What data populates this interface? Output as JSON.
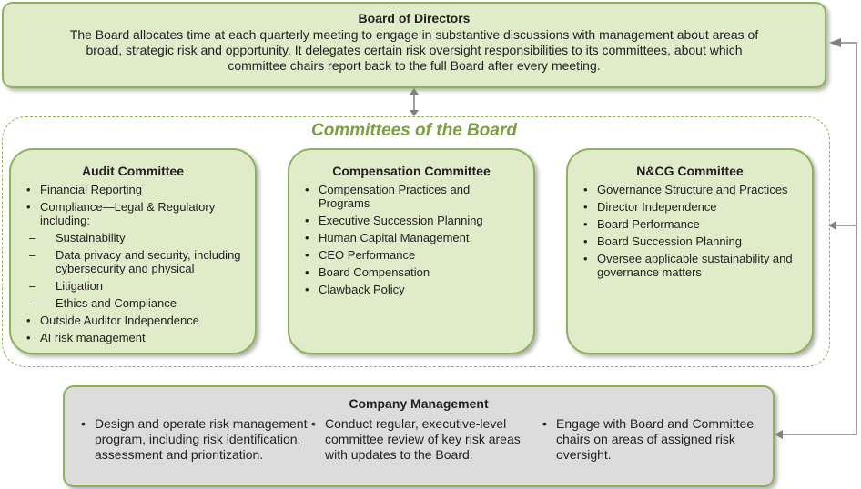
{
  "board": {
    "title": "Board of Directors",
    "lines": [
      "The Board allocates time at each quarterly meeting to engage in substantive discussions with management about areas of",
      "broad, strategic risk and opportunity. It delegates certain risk oversight responsibilities to its committees, about which",
      "committee chairs report back to the full Board after every meeting."
    ]
  },
  "committees": {
    "title": "Committees of the Board",
    "audit": {
      "title": "Audit Committee",
      "items": [
        "Financial Reporting",
        "Compliance—Legal & Regulatory including:",
        "Sustainability",
        "Data privacy and security, including cybersecurity and physical",
        "Litigation",
        "Ethics and Compliance",
        "Outside Auditor Independence",
        "AI risk management"
      ]
    },
    "compensation": {
      "title": "Compensation Committee",
      "items": [
        "Compensation Practices and Programs",
        "Executive Succession Planning",
        "Human Capital Management",
        "CEO Performance",
        "Board Compensation",
        "Clawback Policy"
      ]
    },
    "ncg": {
      "title": "N&CG Committee",
      "items": [
        "Governance Structure and Practices",
        "Director Independence",
        "Board Performance",
        "Board Succession Planning",
        "Oversee applicable sustainability and governance matters"
      ]
    }
  },
  "management": {
    "title": "Company Management",
    "items": [
      "Design and operate risk management program, including risk identification, assessment and prioritization.",
      "Conduct regular, executive-level committee review of key risk areas with updates to the Board.",
      "Engage with Board and Committee chairs on areas of assigned risk oversight."
    ]
  },
  "colors": {
    "box_fill": "#e0ebc9",
    "box_border": "#8db25a",
    "accent_title": "#7aa13e",
    "management_fill": "#dcdcdc",
    "connector": "#808080"
  }
}
